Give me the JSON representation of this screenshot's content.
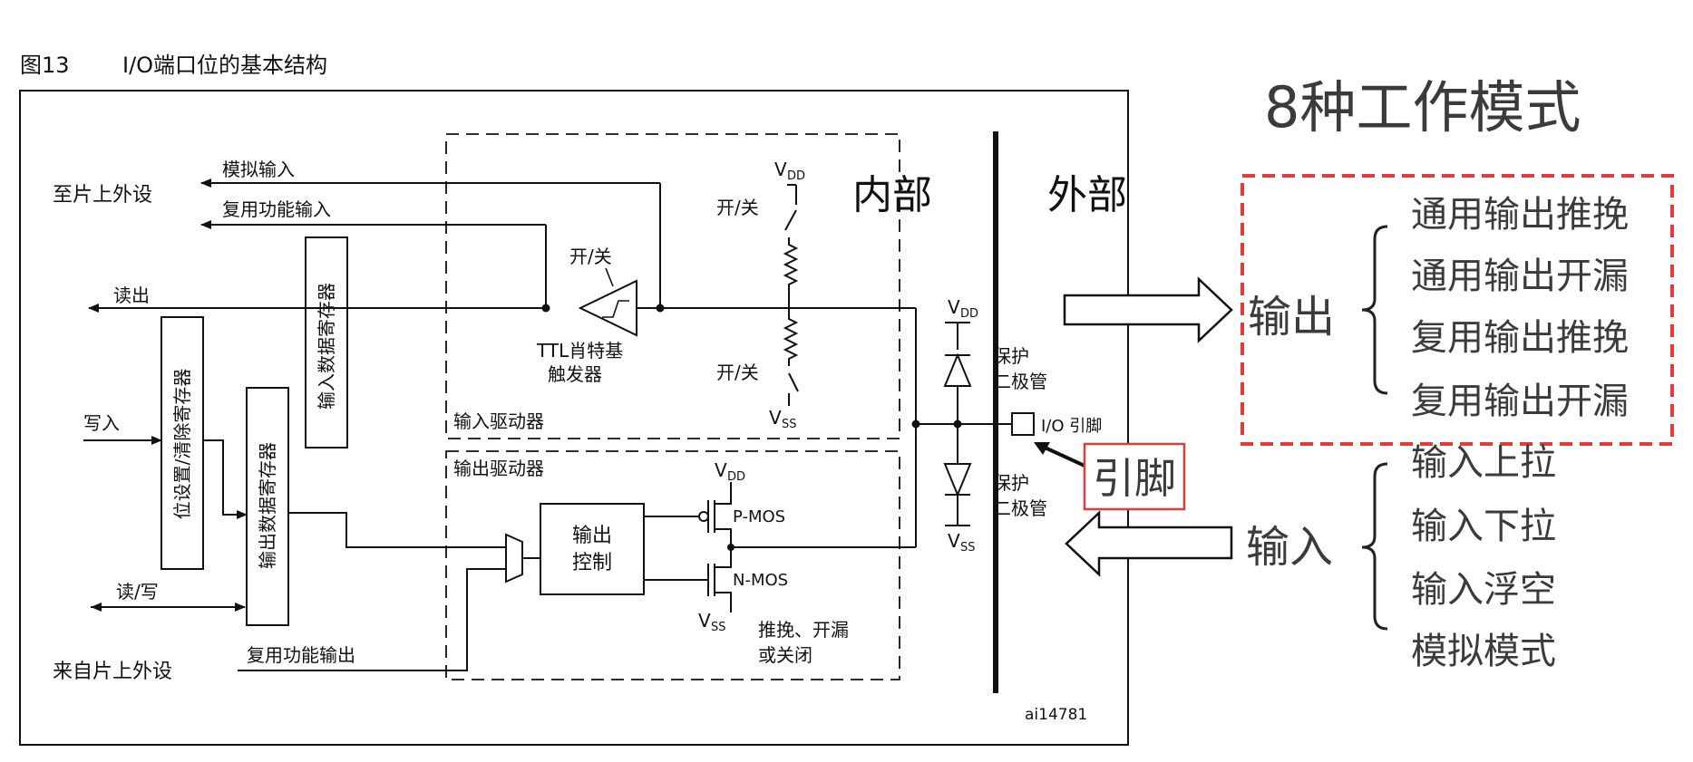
{
  "figure": {
    "number": "图13",
    "title": "I/O端口位的基本结构",
    "id_label": "ai14781"
  },
  "labels": {
    "to_peripheral": "至片上外设",
    "analog_input": "模拟输入",
    "alt_func_input": "复用功能输入",
    "read_out": "读出",
    "write_in": "写入",
    "read_write": "读/写",
    "from_peripheral": "来自片上外设",
    "alt_func_output": "复用功能输出",
    "input_data_register": "输入数据寄存器",
    "bit_set_clear_register": "位设置/清除寄存器",
    "output_data_register": "输出数据寄存器",
    "switch_top_left": "开/关",
    "switch_vdd": "开/关",
    "switch_vss": "开/关",
    "ttl_schmitt_1": "TTL肖特基",
    "ttl_schmitt_2": "触发器",
    "input_driver": "输入驱动器",
    "output_driver": "输出驱动器",
    "output_control_1": "输出",
    "output_control_2": "控制",
    "pmos": "P-MOS",
    "nmos": "N-MOS",
    "mode_1": "推挽、开漏",
    "mode_2": "或关闭",
    "vdd": "V",
    "vdd_sub": "DD",
    "vss": "V",
    "vss_sub": "SS",
    "protect_1": "保护",
    "protect_2": "二极管",
    "io_pin": "I/O 引脚",
    "internal": "内部",
    "external": "外部",
    "pin_callout": "引脚"
  },
  "modes": {
    "heading": "8种工作模式",
    "output_group": "输出",
    "output_modes": [
      "通用输出推挽",
      "通用输出开漏",
      "复用输出推挽",
      "复用输出开漏"
    ],
    "input_group": "输入",
    "input_modes": [
      "输入上拉",
      "输入下拉",
      "输入浮空",
      "模拟模式"
    ]
  },
  "colors": {
    "highlight_red": "#e23b3b",
    "text_dark": "#111111",
    "text_gray": "#3b3b3b"
  }
}
